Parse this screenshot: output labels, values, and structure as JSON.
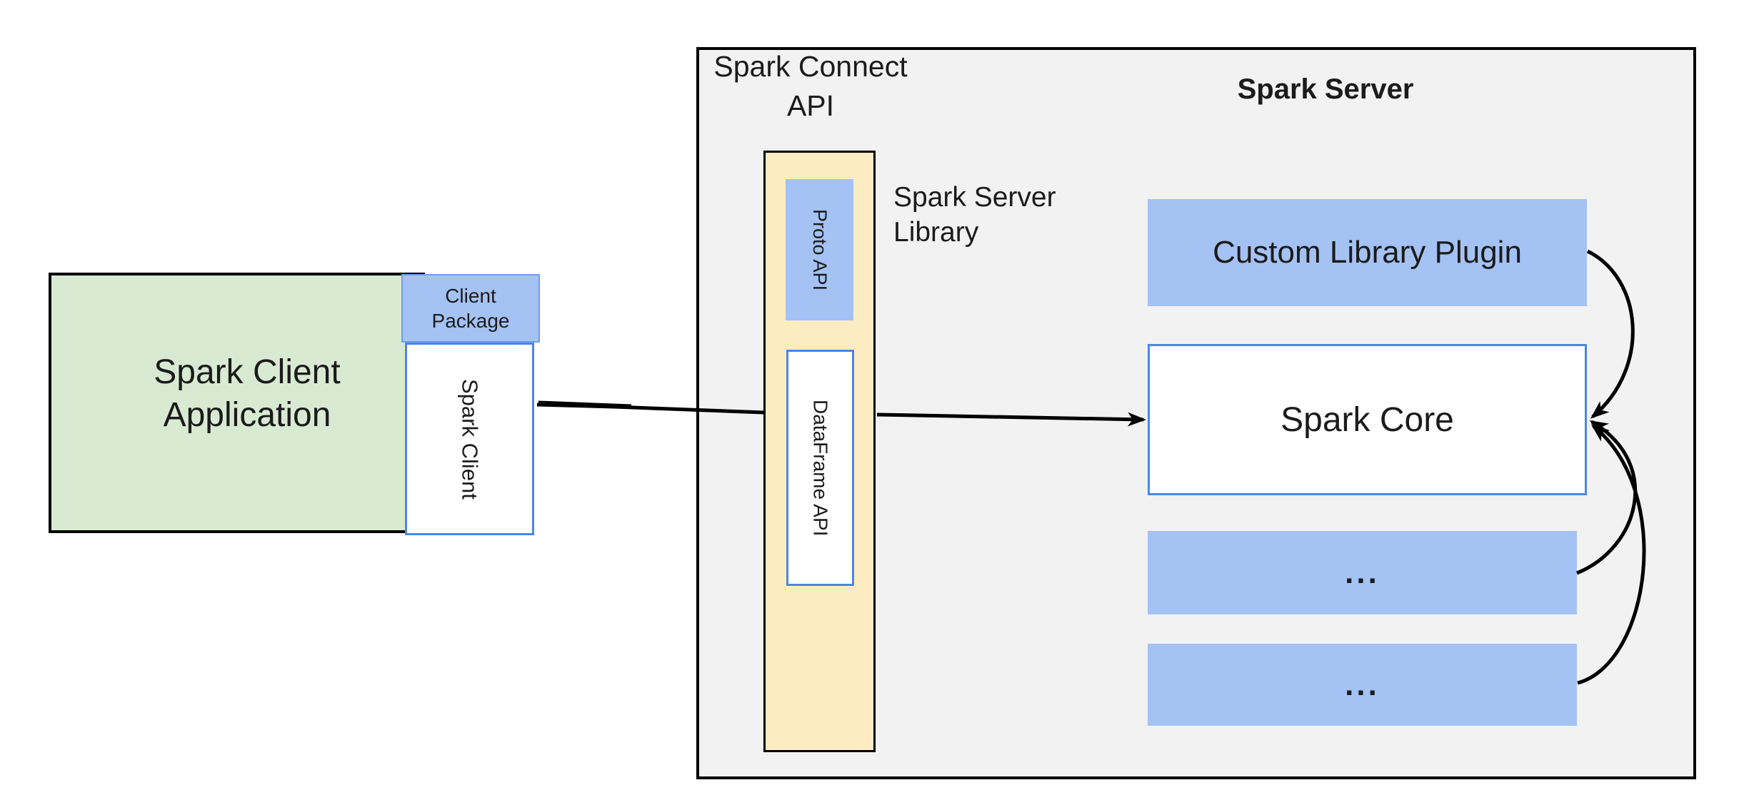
{
  "palette": {
    "green_fill": "#d9ead3",
    "blue_fill": "#a4c2f4",
    "blue_border": "#4a86e8",
    "cream_fill": "#fdecc2",
    "gray_fill": "#f2f2f2",
    "line_color": "#000000",
    "text_color": "#1b1b1b"
  },
  "client_app": {
    "line1": "Spark Client",
    "line2": "Application"
  },
  "client_package": {
    "line1": "Client",
    "line2": "Package"
  },
  "spark_client": {
    "label": "Spark Client"
  },
  "spark_connect_api": {
    "line1": "Spark Connect",
    "line2": "API"
  },
  "proto_api": {
    "label": "Proto  API"
  },
  "dataframe_api": {
    "label": "DataFrame API"
  },
  "spark_server_library": {
    "line1": "Spark Server",
    "line2": "Library"
  },
  "spark_server": {
    "title": "Spark Server"
  },
  "custom_library_plugin": {
    "label": "Custom Library Plugin"
  },
  "spark_core": {
    "label": "Spark Core"
  },
  "plugin_placeholder_1": {
    "label": "..."
  },
  "plugin_placeholder_2": {
    "label": "..."
  }
}
